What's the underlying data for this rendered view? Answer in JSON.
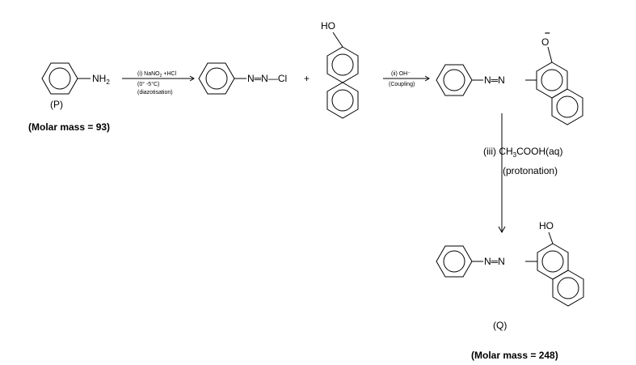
{
  "reactant_p": {
    "substituent": "NH",
    "substituent_sub": "2",
    "label": "(P)",
    "molar_mass": "(Molar mass = 93)"
  },
  "step1": {
    "line1_pre": "(i) NaNO",
    "line1_sub": "2",
    "line1_post": " +HCl",
    "line2": "(0° -5°C)",
    "line3": "(diazotisation)"
  },
  "diazonium": {
    "group": "N═N—Cl",
    "plus": "+"
  },
  "naphthol": {
    "oh": "HO"
  },
  "step2": {
    "line1": "(ii) OH⁻",
    "line2": "(Coupling)"
  },
  "azo_anion": {
    "oxygen": "O",
    "charge": "–",
    "azo": "N═N"
  },
  "step3": {
    "line1_pre": "(iii) CH",
    "line1_sub": "3",
    "line1_post": "COOH(aq)",
    "line2": "(protonation)"
  },
  "product_q": {
    "oh": "HO",
    "azo": "N═N",
    "label": "(Q)",
    "molar_mass": "(Molar mass = 248)"
  }
}
